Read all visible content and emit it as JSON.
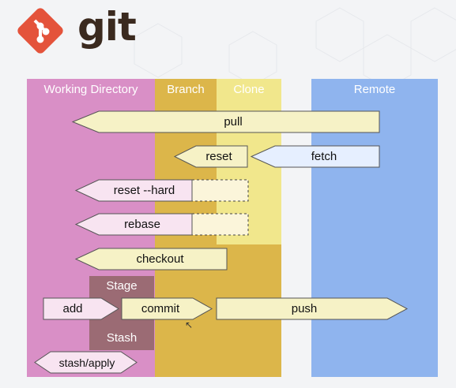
{
  "logo": {
    "word": "git"
  },
  "columns": {
    "working_directory": "Working Directory",
    "branch": "Branch",
    "clone": "Clone",
    "remote": "Remote"
  },
  "boxes": {
    "stage": "Stage",
    "stash": "Stash"
  },
  "arrows": {
    "pull": "pull",
    "reset": "reset",
    "fetch": "fetch",
    "reset_hard": "reset --hard",
    "rebase": "rebase",
    "checkout": "checkout",
    "add": "add",
    "commit": "commit",
    "push": "push",
    "stash_apply": "stash/apply"
  },
  "colors": {
    "working_directory": "#d98fc6",
    "branch": "#dcb64a",
    "clone": "#f1e78c",
    "remote": "#8fb4ee",
    "stage": "#9b6b74",
    "git_logo": "#e4533b"
  }
}
